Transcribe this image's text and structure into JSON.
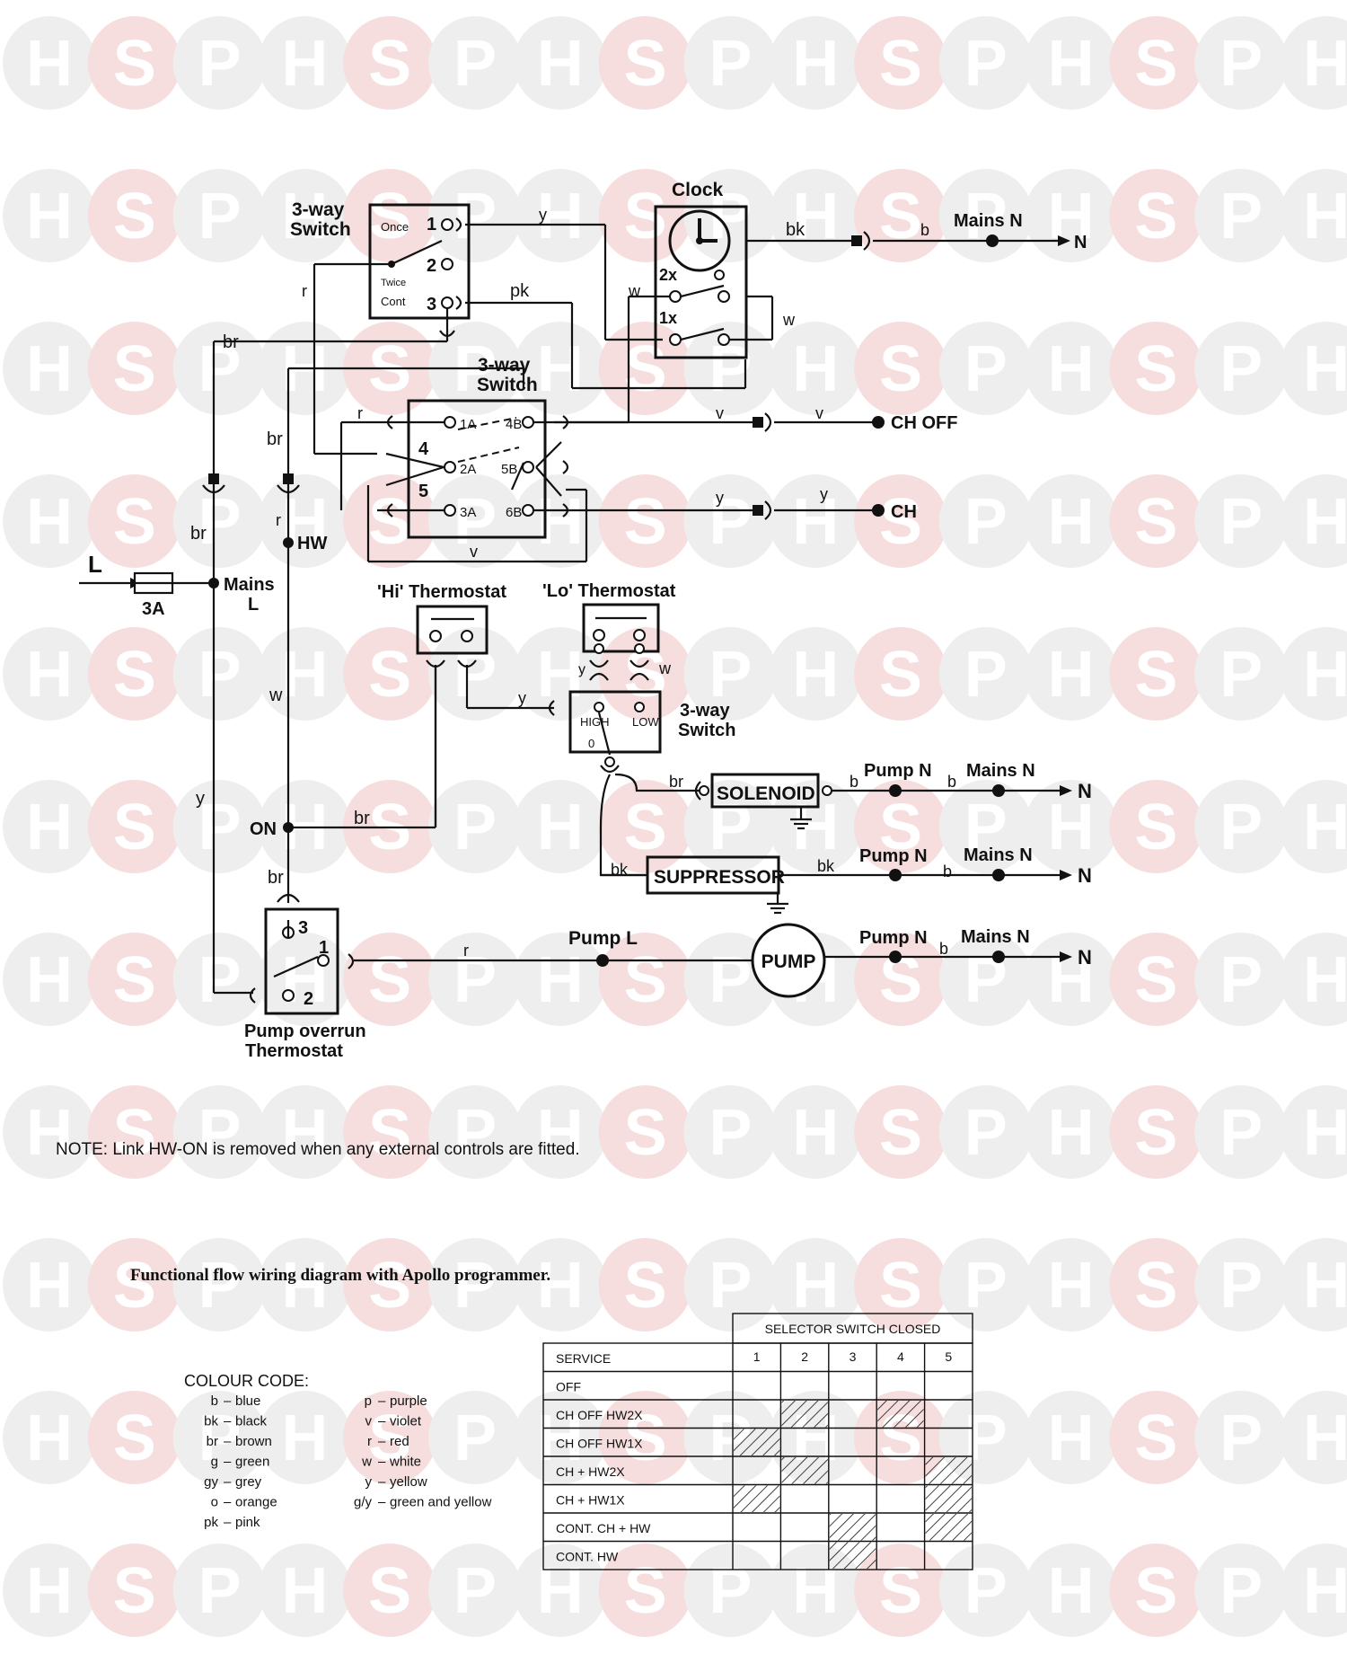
{
  "watermark": {
    "letters": [
      "H",
      "S",
      "P"
    ],
    "colors": {
      "letter_circle": "#eeeeee",
      "accent_circle": "#f6dede",
      "letter": "#ffffff"
    }
  },
  "diagram": {
    "input_label": "L",
    "fuse_label": "3A",
    "mains_l": [
      "Mains",
      "L"
    ],
    "top_switch": {
      "title": [
        "3-way",
        "Switch"
      ],
      "pos_labels": [
        "Once",
        "Twice",
        "Cont"
      ],
      "terminals": [
        "1",
        "2",
        "3"
      ]
    },
    "clock": {
      "title": "Clock",
      "labels": [
        "2x",
        "1x"
      ]
    },
    "mid_switch": {
      "title": [
        "3-way",
        "Switch"
      ],
      "terminals": [
        "1A",
        "2A",
        "3A",
        "4B",
        "5B",
        "6B"
      ],
      "positions": [
        "4",
        "5"
      ]
    },
    "hi_thermostat": "'Hi' Thermostat",
    "lo_thermostat": "'Lo' Thermostat",
    "lower_switch": {
      "title": [
        "3-way",
        "Switch"
      ],
      "labels": [
        "HIGH",
        "LOW",
        "0"
      ]
    },
    "solenoid": "SOLENOID",
    "suppressor": "SUPPRESSOR",
    "pump": "PUMP",
    "pump_overrun": {
      "title": [
        "Pump overrun",
        "Thermostat"
      ],
      "terminals": [
        "1",
        "2",
        "3"
      ]
    },
    "node_labels": {
      "hw": "HW",
      "on": "ON",
      "pump_l": "Pump L",
      "pump_n": "Pump N",
      "mains_n": "Mains N",
      "ch_off": "CH OFF",
      "ch": "CH",
      "n": "N"
    },
    "wire_codes": {
      "y": "y",
      "bk": "bk",
      "b": "b",
      "w": "w",
      "pk": "pk",
      "r": "r",
      "br": "br",
      "v": "v"
    }
  },
  "note": "NOTE: Link HW-ON is removed when any external controls are fitted.",
  "caption": "Functional flow wiring diagram with Apollo programmer.",
  "colour_code": {
    "title": "COLOUR CODE:",
    "left": [
      {
        "code": "b",
        "name": "blue"
      },
      {
        "code": "bk",
        "name": "black"
      },
      {
        "code": "br",
        "name": "brown"
      },
      {
        "code": "g",
        "name": "green"
      },
      {
        "code": "gy",
        "name": "grey"
      },
      {
        "code": "o",
        "name": "orange"
      },
      {
        "code": "pk",
        "name": "pink"
      }
    ],
    "right": [
      {
        "code": "p",
        "name": "purple"
      },
      {
        "code": "v",
        "name": "violet"
      },
      {
        "code": "r",
        "name": "red"
      },
      {
        "code": "w",
        "name": "white"
      },
      {
        "code": "y",
        "name": "yellow"
      },
      {
        "code": "g/y",
        "name": "green and yellow"
      }
    ]
  },
  "selector_table": {
    "header": "SELECTOR SWITCH CLOSED",
    "service_label": "SERVICE",
    "columns": [
      "1",
      "2",
      "3",
      "4",
      "5"
    ],
    "rows": [
      {
        "service": "OFF",
        "closed": []
      },
      {
        "service": "CH OFF HW2X",
        "closed": [
          2,
          4
        ]
      },
      {
        "service": "CH OFF HW1X",
        "closed": [
          1
        ]
      },
      {
        "service": "CH + HW2X",
        "closed": [
          2,
          5
        ]
      },
      {
        "service": "CH + HW1X",
        "closed": [
          1,
          5
        ]
      },
      {
        "service": "CONT. CH + HW",
        "closed": [
          3,
          5
        ]
      },
      {
        "service": "CONT. HW",
        "closed": [
          3
        ]
      }
    ]
  }
}
